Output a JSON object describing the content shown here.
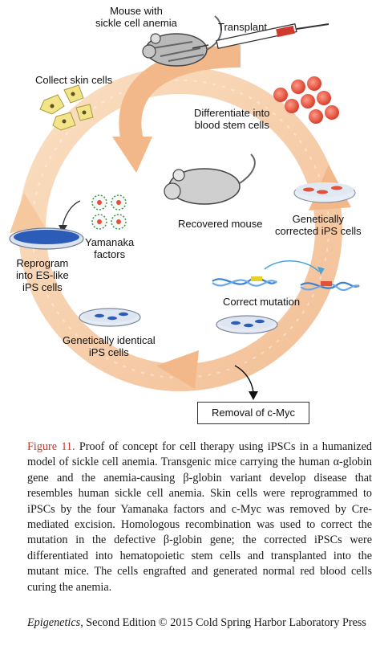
{
  "labels": {
    "mouse_anemia": "Mouse with\nsickle cell anemia",
    "transplant": "Transplant",
    "collect_skin": "Collect skin cells",
    "differentiate": "Differentiate into\nblood stem cells",
    "recovered": "Recovered mouse",
    "corrected": "Genetically\ncorrected iPS cells",
    "yamanaka": "Yamanaka\nfactors",
    "reprogram": "Reprogram\ninto ES-like\niPS cells",
    "correct_mutation": "Correct mutation",
    "identical": "Genetically identical\niPS cells",
    "removal": "Removal of c-Myc"
  },
  "caption": {
    "figure_label": "Figure 11.",
    "text": "Proof of concept for cell therapy using iPSCs in a humanized model of sickle cell anemia. Transgenic mice carrying the human α-globin gene and the anemia-causing β-globin variant develop disease that resembles human sickle cell anemia. Skin cells were reprogrammed to iPSCs by the four Yamanaka factors and c-Myc was removed by Cre-mediated excision. Homologous recombination was used to correct the mutation in the defective β-globin gene; the corrected iPSCs were differentiated into hematopoietic stem cells and transplanted into the mutant mice. The cells engrafted and generated normal red blood cells curing the anemia."
  },
  "citation": {
    "book": "Epigenetics",
    "rest": ", Second Edition © 2015 Cold Spring Harbor Laboratory Press"
  },
  "colors": {
    "arrow_fill": "#f6cfa5",
    "dish_blue": "#2b5cb8",
    "cell_red": "#e0503a",
    "skin_cell": "#f3e48a",
    "caption_label": "#c0392b"
  }
}
